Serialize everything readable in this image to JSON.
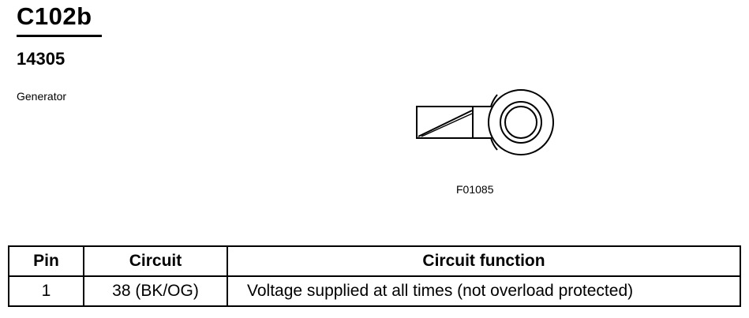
{
  "connector": {
    "id": "C102b",
    "part_number": "14305",
    "component": "Generator"
  },
  "diagram": {
    "figure_code": "F01085",
    "icon": "ring-terminal-connector-icon"
  },
  "pin_table": {
    "headers": [
      "Pin",
      "Circuit",
      "Circuit function"
    ],
    "rows": [
      {
        "pin": "1",
        "circuit": "38 (BK/OG)",
        "function": "Voltage supplied at all times (not overload protected)"
      }
    ]
  }
}
